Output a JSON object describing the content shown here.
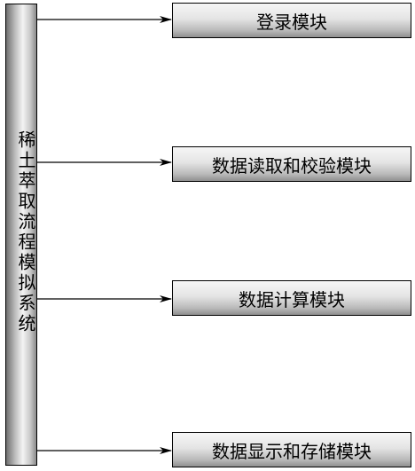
{
  "root": {
    "label": "稀土萃取流程模拟系统"
  },
  "modules": [
    {
      "label": "登录模块"
    },
    {
      "label": "数据读取和校验模块"
    },
    {
      "label": "数据计算模块"
    },
    {
      "label": "数据显示和存储模块"
    }
  ]
}
